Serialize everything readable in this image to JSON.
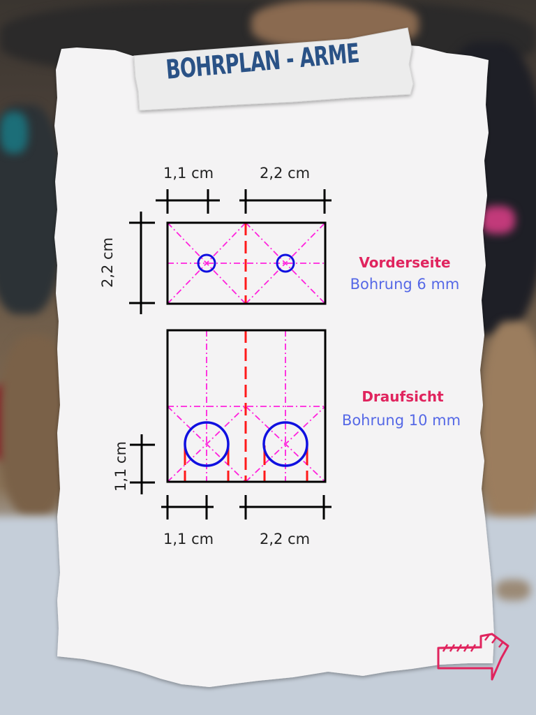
{
  "title": "BOHRPLAN - ARME",
  "colors": {
    "title": "#2a5286",
    "view_title": "#e0245e",
    "view_sub": "#5568e6",
    "outline": "#000000",
    "centerline": "#ff22dd",
    "cut_line": "#ff1a1a",
    "hole": "#1010e0",
    "arrow": "#e0245e"
  },
  "front_view": {
    "title": "Vorderseite",
    "subtitle": "Bohrung 6 mm",
    "dim_top_left": "1,1 cm",
    "dim_top_right": "2,2 cm",
    "dim_left": "2,2 cm"
  },
  "top_view": {
    "title": "Draufsicht",
    "subtitle": "Bohrung 10 mm",
    "dim_left": "1,1 cm",
    "dim_bottom_left": "1,1 cm",
    "dim_bottom_right": "2,2 cm"
  },
  "next_arrow": {
    "icon": "next-arrow-icon"
  }
}
